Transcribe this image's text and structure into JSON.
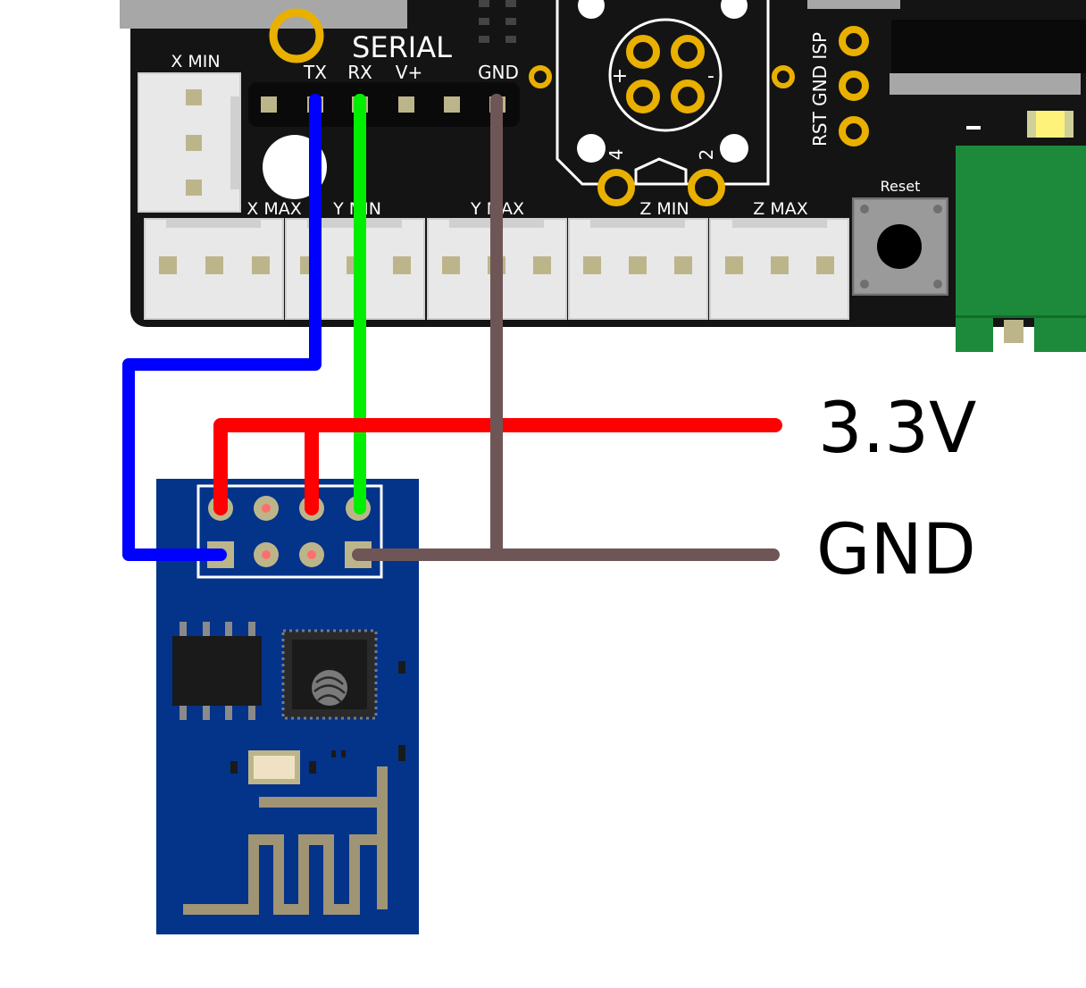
{
  "board": {
    "serial_label": "SERIAL",
    "serial_pins": [
      "TX",
      "RX",
      "V+",
      "GND"
    ],
    "connectors": [
      "X MIN",
      "X MAX",
      "Y MIN",
      "Y MAX",
      "Z MIN",
      "Z MAX"
    ],
    "isp_label": "RST GND ISP",
    "reset_label": "Reset",
    "stepper_pins": [
      "+",
      "-",
      "4",
      "2"
    ],
    "terminal_minus": "-"
  },
  "labels": {
    "power": "3.3V",
    "ground": "GND"
  },
  "colors": {
    "board": "#141414",
    "tx_wire": "#0000ff",
    "rx_wire": "#00ee00",
    "power_wire": "#ff0000",
    "gnd_wire": "#6f5656",
    "module": "#04338a",
    "pad_gold": "#e9b000",
    "terminal": "#1c8a3a"
  }
}
